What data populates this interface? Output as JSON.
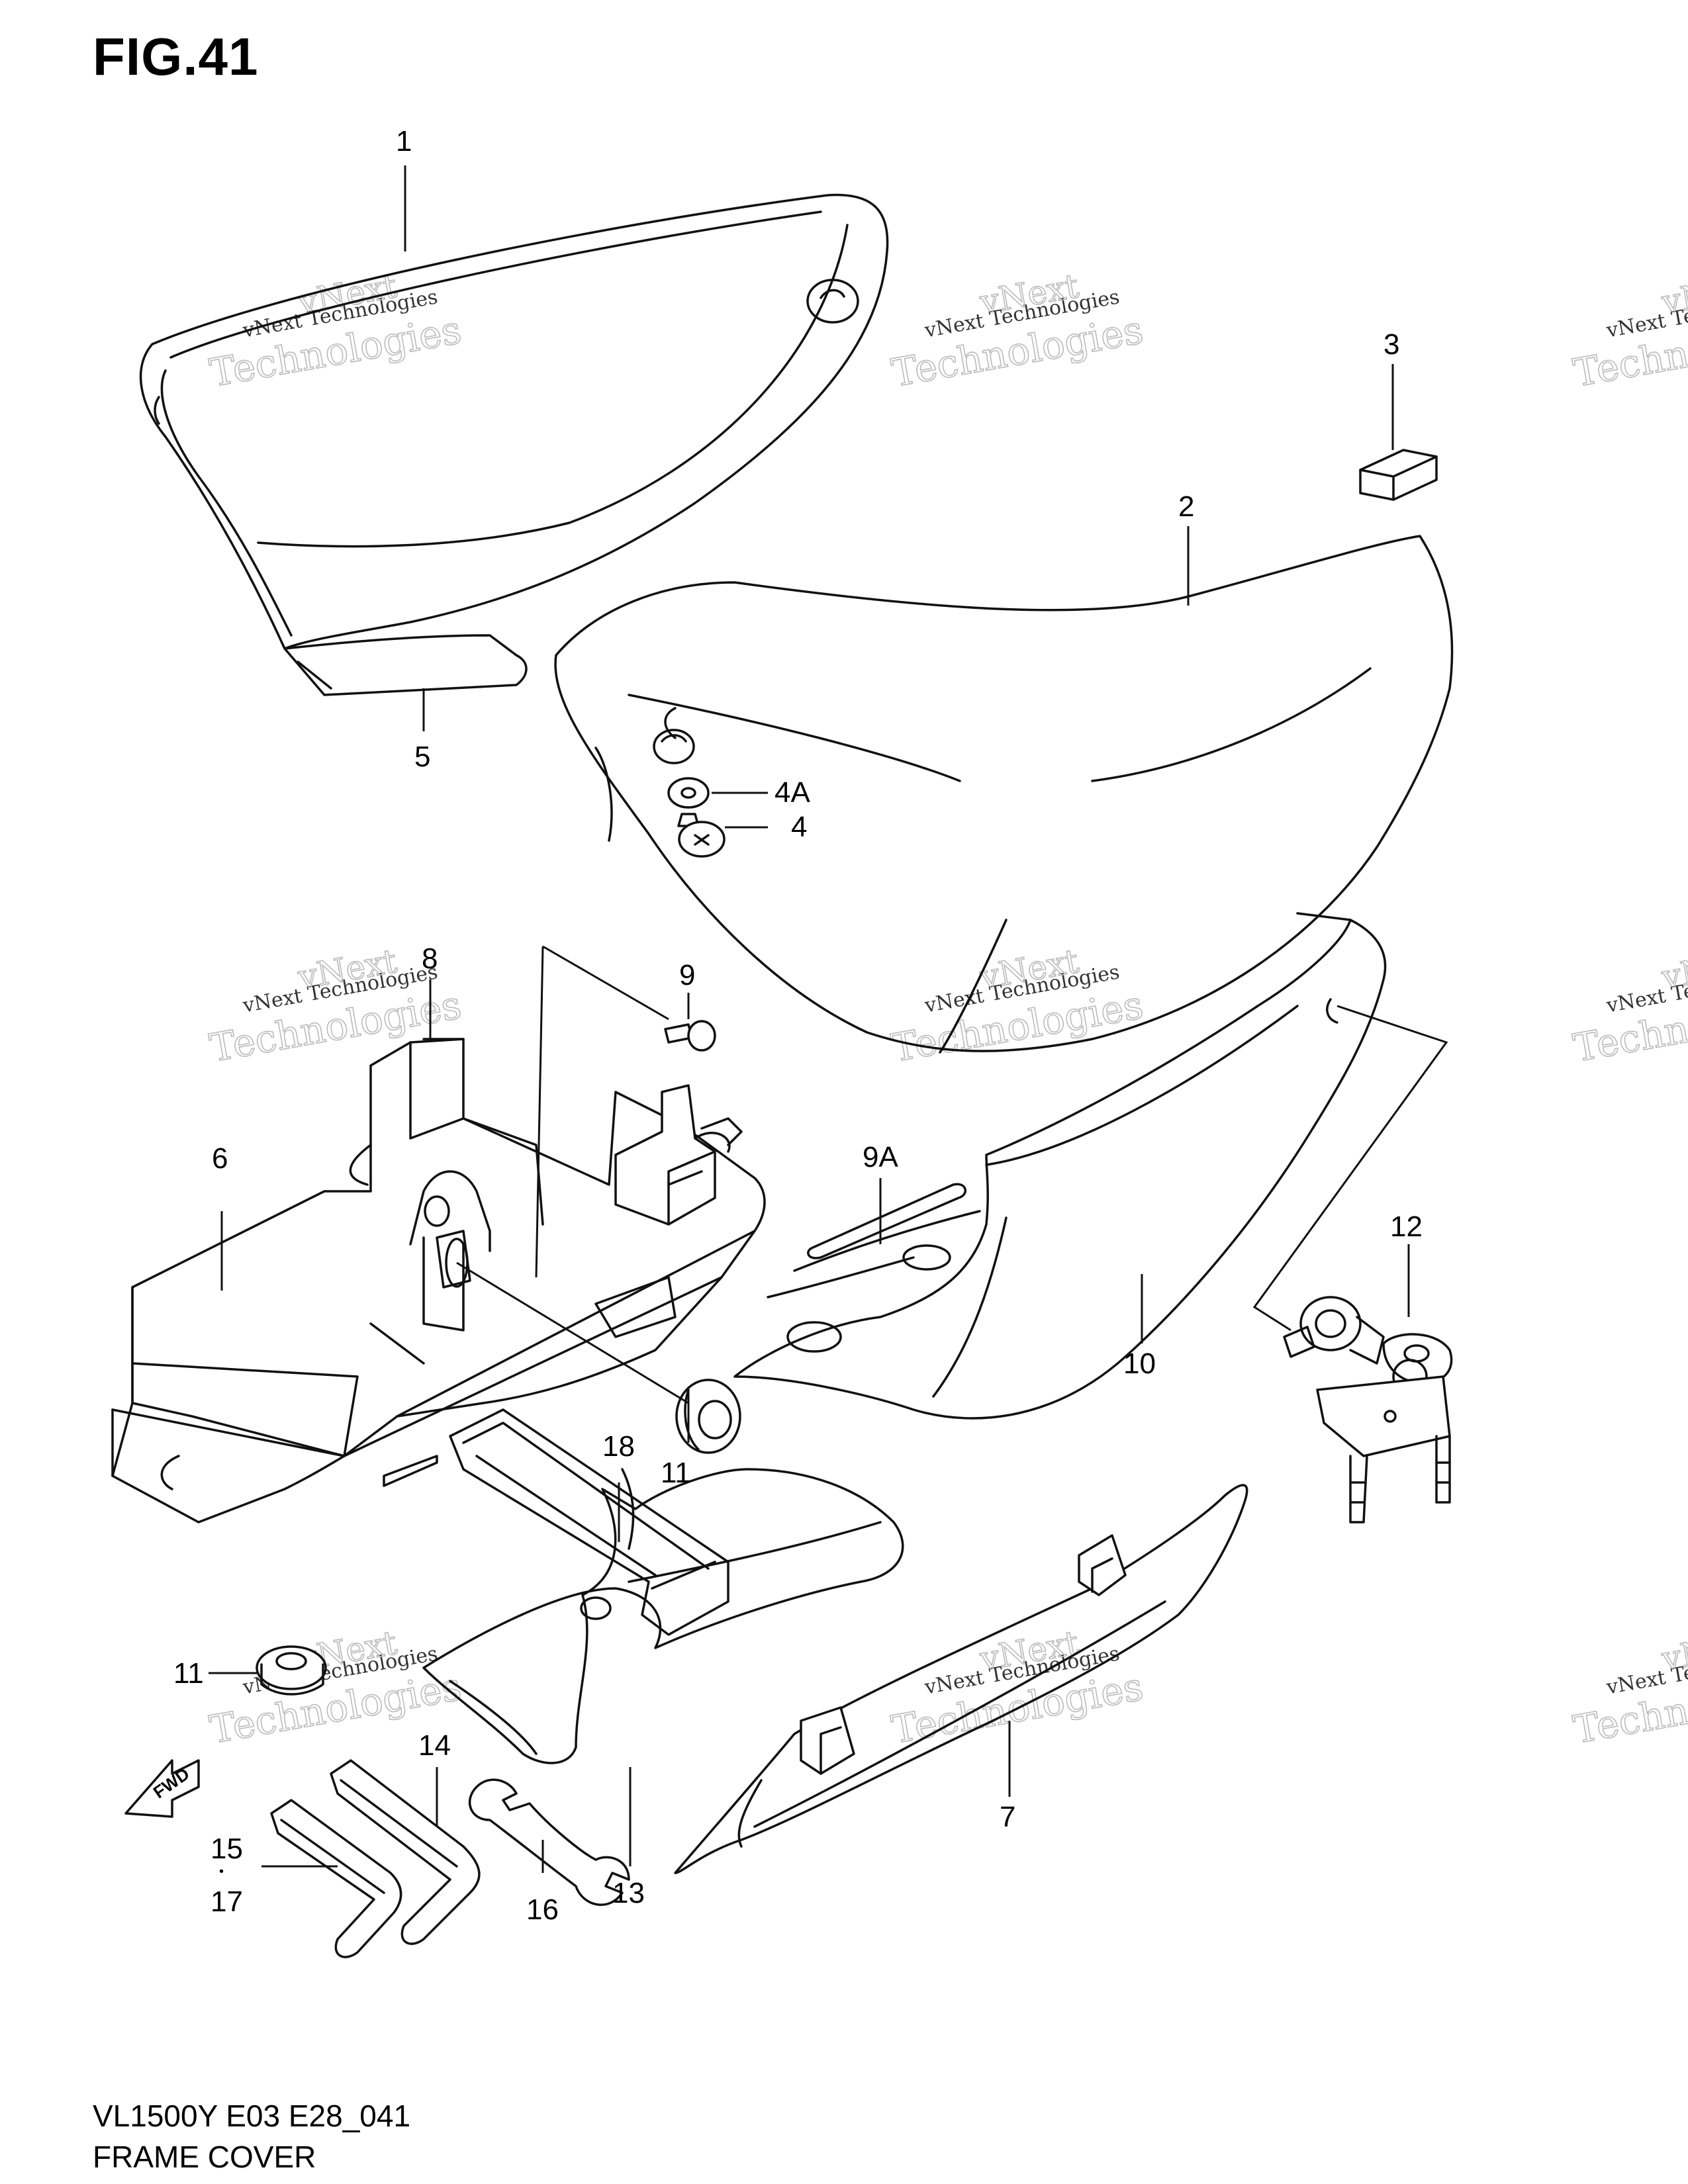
{
  "figure": {
    "title": "FIG.41",
    "model_code": "VL1500Y E03 E28_041",
    "name": "FRAME COVER"
  },
  "fwd_arrow": {
    "label": "FWD"
  },
  "watermark": {
    "line1": "vNext Technologies",
    "line2": "Technologies",
    "line3": "vNext"
  },
  "callouts": [
    {
      "id": "c1",
      "label": "1"
    },
    {
      "id": "c2",
      "label": "2"
    },
    {
      "id": "c3",
      "label": "3"
    },
    {
      "id": "c4a",
      "label": "4A"
    },
    {
      "id": "c4",
      "label": "4"
    },
    {
      "id": "c5",
      "label": "5"
    },
    {
      "id": "c6",
      "label": "6"
    },
    {
      "id": "c7",
      "label": "7"
    },
    {
      "id": "c8",
      "label": "8"
    },
    {
      "id": "c9",
      "label": "9"
    },
    {
      "id": "c9a",
      "label": "9A"
    },
    {
      "id": "c10",
      "label": "10"
    },
    {
      "id": "c11a",
      "label": "11"
    },
    {
      "id": "c11b",
      "label": "11"
    },
    {
      "id": "c12",
      "label": "12"
    },
    {
      "id": "c13",
      "label": "13"
    },
    {
      "id": "c14",
      "label": "14"
    },
    {
      "id": "c15",
      "label": "15"
    },
    {
      "id": "c17",
      "label": "17"
    },
    {
      "id": "c16",
      "label": "16"
    },
    {
      "id": "c18",
      "label": "18"
    }
  ]
}
